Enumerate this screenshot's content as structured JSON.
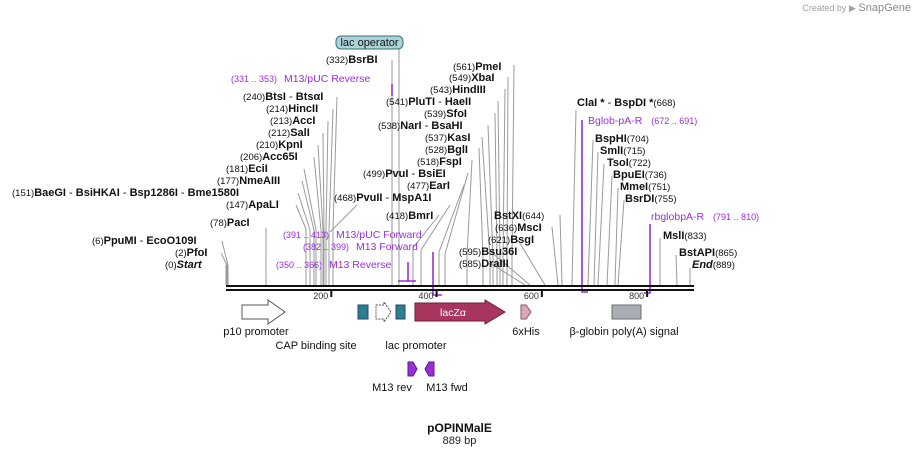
{
  "credit": {
    "created_by": "Created by",
    "brand": "SnapGene"
  },
  "sequence": {
    "name": "pOPINMalE",
    "length_label": "889 bp",
    "length": 889
  },
  "colors": {
    "primer": "#9a2fd8",
    "feature_dark": "#a8365f",
    "teal": "#2e7d93",
    "grey_box": "#a9aeb5"
  },
  "ruler": {
    "ticks": [
      200,
      400,
      600,
      800
    ]
  },
  "sites": [
    {
      "pos": "(0)",
      "names": [
        {
          "t": "Start",
          "italic": true
        }
      ],
      "bp": 0
    },
    {
      "pos": "(2)",
      "names": [
        {
          "t": "PfoI"
        }
      ],
      "bp": 2
    },
    {
      "pos": "(6)",
      "names": [
        {
          "t": "PpuMI"
        },
        {
          "t": " - "
        },
        {
          "t": "EcoO109I"
        }
      ],
      "bp": 6
    },
    {
      "pos": "(78)",
      "names": [
        {
          "t": "PacI"
        }
      ],
      "bp": 78
    },
    {
      "pos": "(147)",
      "names": [
        {
          "t": "ApaLI"
        }
      ],
      "bp": 147
    },
    {
      "pos": "(151)",
      "names": [
        {
          "t": "BaeGI"
        },
        {
          "t": " - "
        },
        {
          "t": "BsiHKAI"
        },
        {
          "t": " - "
        },
        {
          "t": "Bsp1286I"
        },
        {
          "t": " - "
        },
        {
          "t": "Bme1580I"
        }
      ],
      "bp": 151
    },
    {
      "pos": "(177)",
      "names": [
        {
          "t": "NmeAIII"
        }
      ],
      "bp": 177
    },
    {
      "pos": "(181)",
      "names": [
        {
          "t": "EciI"
        }
      ],
      "bp": 181
    },
    {
      "pos": "(206)",
      "names": [
        {
          "t": "Acc65I"
        }
      ],
      "bp": 206
    },
    {
      "pos": "(210)",
      "names": [
        {
          "t": "KpnI"
        }
      ],
      "bp": 210
    },
    {
      "pos": "(212)",
      "names": [
        {
          "t": "SalI"
        }
      ],
      "bp": 212
    },
    {
      "pos": "(213)",
      "names": [
        {
          "t": "AccI"
        }
      ],
      "bp": 213
    },
    {
      "pos": "(214)",
      "names": [
        {
          "t": "HincII"
        }
      ],
      "bp": 214
    },
    {
      "pos": "(240)",
      "names": [
        {
          "t": "BtsI"
        },
        {
          "t": " - "
        },
        {
          "t": "BtsαI"
        }
      ],
      "bp": 240
    },
    {
      "pos": "(332)",
      "names": [
        {
          "t": "BsrBI"
        }
      ],
      "bp": 332
    },
    {
      "pos": "(418)",
      "names": [
        {
          "t": "BmrI"
        }
      ],
      "bp": 418
    },
    {
      "pos": "(468)",
      "names": [
        {
          "t": "PvuII"
        },
        {
          "t": " - "
        },
        {
          "t": "MspA1I"
        }
      ],
      "bp": 468
    },
    {
      "pos": "(477)",
      "names": [
        {
          "t": "EarI"
        }
      ],
      "bp": 477
    },
    {
      "pos": "(499)",
      "names": [
        {
          "t": "PvuI"
        },
        {
          "t": " - "
        },
        {
          "t": "BsiEI"
        }
      ],
      "bp": 499
    },
    {
      "pos": "(518)",
      "names": [
        {
          "t": "FspI"
        }
      ],
      "bp": 518
    },
    {
      "pos": "(528)",
      "names": [
        {
          "t": "BglI"
        }
      ],
      "bp": 528
    },
    {
      "pos": "(537)",
      "names": [
        {
          "t": "KasI"
        }
      ],
      "bp": 537
    },
    {
      "pos": "(538)",
      "names": [
        {
          "t": "NarI"
        },
        {
          "t": " - "
        },
        {
          "t": "BsaHI"
        }
      ],
      "bp": 538
    },
    {
      "pos": "(539)",
      "names": [
        {
          "t": "SfoI"
        }
      ],
      "bp": 539
    },
    {
      "pos": "(541)",
      "names": [
        {
          "t": "PluTI"
        },
        {
          "t": " - "
        },
        {
          "t": "HaeII"
        }
      ],
      "bp": 541
    },
    {
      "pos": "(543)",
      "names": [
        {
          "t": "HindIII"
        }
      ],
      "bp": 543
    },
    {
      "pos": "(549)",
      "names": [
        {
          "t": "XbaI"
        }
      ],
      "bp": 549
    },
    {
      "pos": "(561)",
      "names": [
        {
          "t": "PmeI"
        }
      ],
      "bp": 561
    },
    {
      "pos": "(585)",
      "names": [
        {
          "t": "DraIII"
        }
      ],
      "bp": 585
    },
    {
      "pos": "(595)",
      "names": [
        {
          "t": "Bsu36I"
        }
      ],
      "bp": 595
    },
    {
      "pos": "(621)",
      "names": [
        {
          "t": "BsgI"
        }
      ],
      "bp": 621
    },
    {
      "pos": "(636)",
      "names": [
        {
          "t": "MscI"
        }
      ],
      "bp": 636
    },
    {
      "pos": "(644)",
      "names": [
        {
          "t": "BstXI"
        }
      ],
      "bp": 644
    },
    {
      "pos": "(668)",
      "names": [
        {
          "t": "ClaI *"
        },
        {
          "t": " - "
        },
        {
          "t": "BspDI *"
        }
      ],
      "bp": 668
    },
    {
      "pos": "(704)",
      "names": [
        {
          "t": "BspHI"
        }
      ],
      "bp": 704
    },
    {
      "pos": "(715)",
      "names": [
        {
          "t": "SmlI"
        }
      ],
      "bp": 715
    },
    {
      "pos": "(722)",
      "names": [
        {
          "t": "TsoI"
        }
      ],
      "bp": 722
    },
    {
      "pos": "(736)",
      "names": [
        {
          "t": "BpuEI"
        }
      ],
      "bp": 736
    },
    {
      "pos": "(751)",
      "names": [
        {
          "t": "MmeI"
        }
      ],
      "bp": 751
    },
    {
      "pos": "(755)",
      "names": [
        {
          "t": "BsrDI"
        }
      ],
      "bp": 755
    },
    {
      "pos": "(833)",
      "names": [
        {
          "t": "MslI"
        }
      ],
      "bp": 833
    },
    {
      "pos": "(865)",
      "names": [
        {
          "t": "BstAPI"
        }
      ],
      "bp": 865
    },
    {
      "pos": "(889)",
      "names": [
        {
          "t": "End",
          "italic": true
        }
      ],
      "bp": 889
    }
  ],
  "primer_labels": [
    {
      "range": "(331 .. 353)",
      "name": "M13/pUC Reverse"
    },
    {
      "range": "(391 .. 413)",
      "name": "M13/pUC Forward"
    },
    {
      "range": "(382 .. 399)",
      "name": "M13 Forward"
    },
    {
      "range": "(350 .. 366)",
      "name": "M13 Reverse"
    },
    {
      "name": "Bglob-pA-R",
      "range": "(672 .. 691)"
    },
    {
      "name": "rbglobpA-R",
      "range": "(791 .. 810)"
    }
  ],
  "lac_operator": "lac operator",
  "features": {
    "p10": "p10 promoter",
    "cap": "CAP binding site",
    "lac_promoter": "lac promoter",
    "lacz": "lacZα",
    "his": "6xHis",
    "bglobin": "β-globin poly(A) signal",
    "m13rev": "M13 rev",
    "m13fwd": "M13 fwd"
  }
}
